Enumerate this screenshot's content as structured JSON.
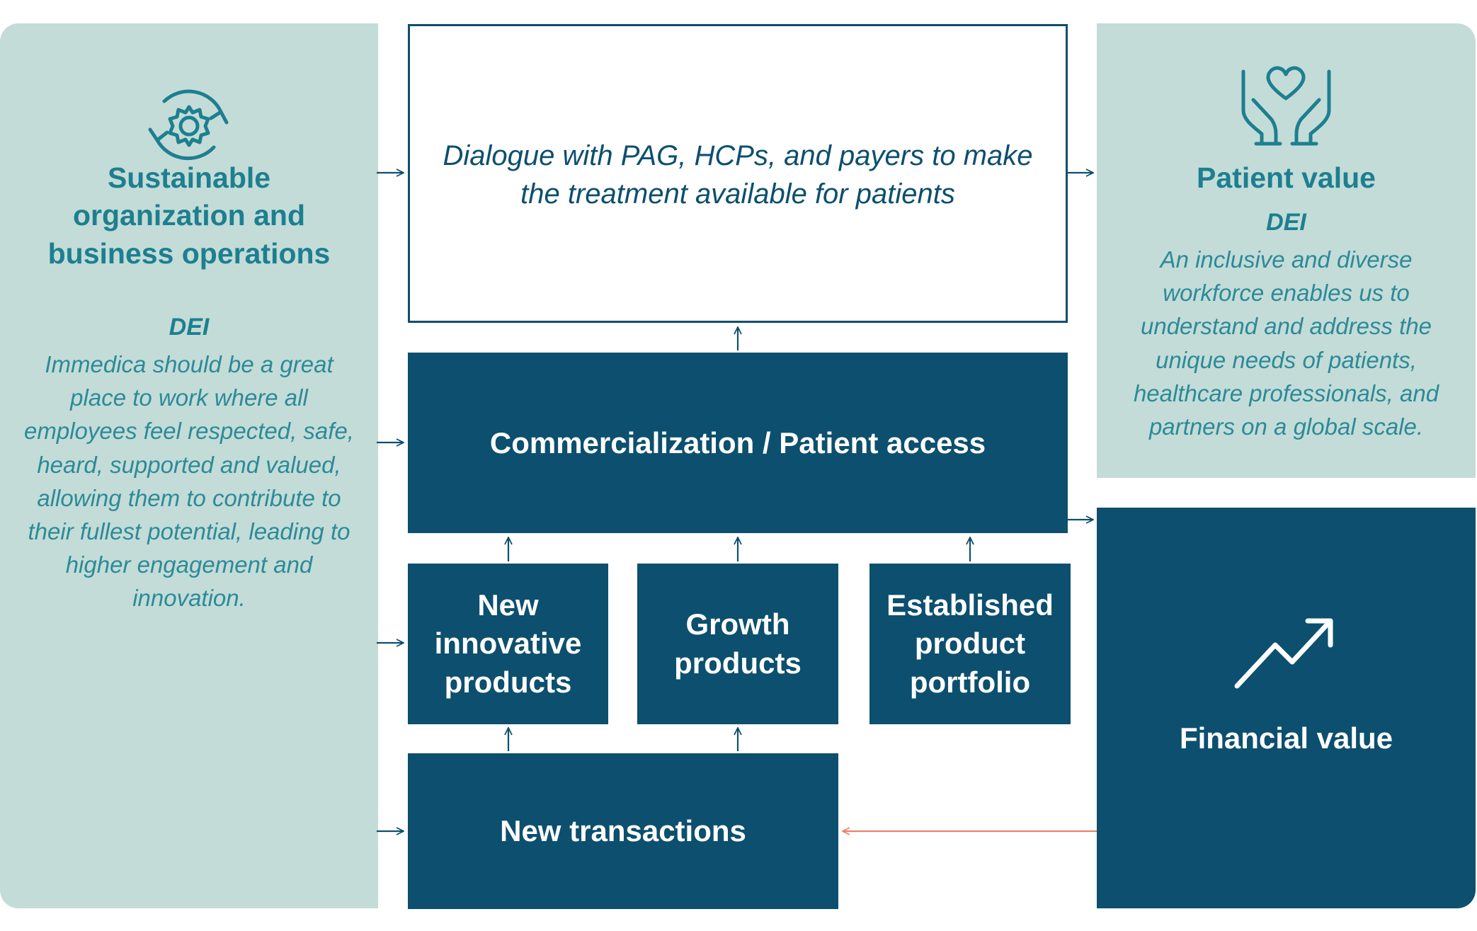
{
  "left_panel": {
    "icon": "gear-cycle-icon",
    "heading": "Sustainable organization and business operations",
    "dei_label": "DEI",
    "body": "Immedica should be a great place to work where all employees feel respected, safe, heard, supported and valued, allowing them to contribute to their fullest potential, leading to higher engagement and innovation."
  },
  "dialogue": {
    "text": "Dialogue with PAG, HCPs, and payers to make the treatment available for patients"
  },
  "commercialization": {
    "label": "Commercialization / Patient access"
  },
  "products": {
    "new_innovative": "New innovative products",
    "growth": "Growth products",
    "established": "Established product portfolio"
  },
  "new_transactions": {
    "label": "New transactions"
  },
  "patient_panel": {
    "icon": "hands-heart-icon",
    "heading": "Patient value",
    "dei_label": "DEI",
    "body": "An inclusive and diverse workforce enables us to understand and address the unique needs of patients, healthcare professionals, and partners on a global scale."
  },
  "financial_panel": {
    "icon": "trend-up-icon",
    "label": "Financial value"
  },
  "colors": {
    "light_panel": "#c3dcd8",
    "dark_box": "#0d4f6e",
    "teal_text": "#1d7f8f",
    "feedback_arrow": "#e8826a"
  }
}
